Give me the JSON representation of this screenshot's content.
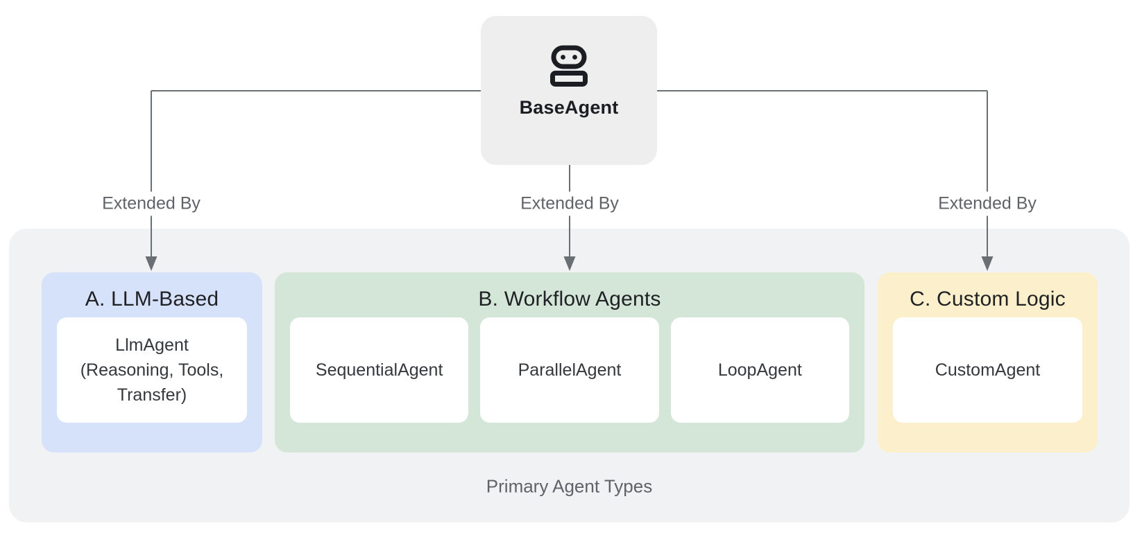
{
  "root_node": {
    "label": "BaseAgent",
    "icon": "robot-icon",
    "bg": "#eeeeee"
  },
  "connectors": {
    "color": "#6a6f74",
    "items": [
      {
        "label": "Extended By"
      },
      {
        "label": "Extended By"
      },
      {
        "label": "Extended By"
      }
    ]
  },
  "container": {
    "caption": "Primary Agent Types",
    "bg": "#f0f2f3"
  },
  "sections": [
    {
      "id": "llm-based",
      "title": "A. LLM-Based",
      "bg": "#d6e1fa",
      "cards": [
        {
          "label": "LlmAgent\n(Reasoning, Tools,\nTransfer)"
        }
      ]
    },
    {
      "id": "workflow-agents",
      "title": "B. Workflow Agents",
      "bg": "#d3e6d8",
      "cards": [
        {
          "label": "SequentialAgent"
        },
        {
          "label": "ParallelAgent"
        },
        {
          "label": "LoopAgent"
        }
      ]
    },
    {
      "id": "custom-logic",
      "title": "C. Custom Logic",
      "bg": "#fbf0cb",
      "cards": [
        {
          "label": "CustomAgent"
        }
      ]
    }
  ]
}
